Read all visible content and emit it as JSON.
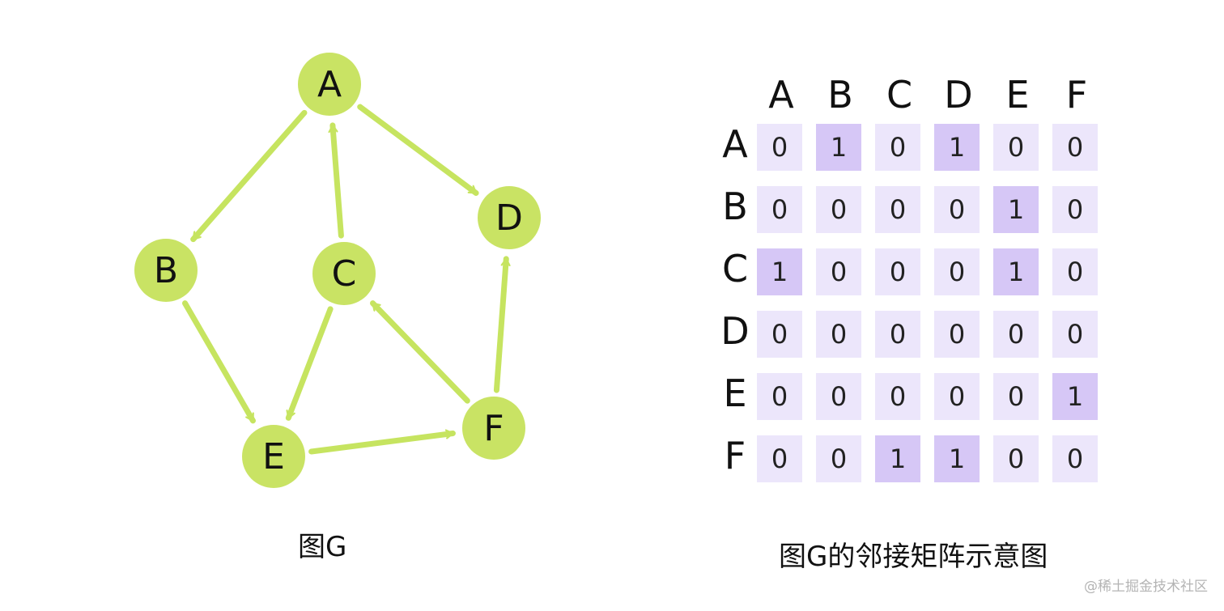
{
  "graph": {
    "caption": "图G",
    "node_color": "#c9e364",
    "edge_color": "#c6e460",
    "nodes": [
      {
        "id": "A",
        "label": "A"
      },
      {
        "id": "B",
        "label": "B"
      },
      {
        "id": "C",
        "label": "C"
      },
      {
        "id": "D",
        "label": "D"
      },
      {
        "id": "E",
        "label": "E"
      },
      {
        "id": "F",
        "label": "F"
      }
    ],
    "edges": [
      {
        "from": "A",
        "to": "B"
      },
      {
        "from": "A",
        "to": "D"
      },
      {
        "from": "B",
        "to": "E"
      },
      {
        "from": "C",
        "to": "A"
      },
      {
        "from": "C",
        "to": "E"
      },
      {
        "from": "E",
        "to": "F"
      },
      {
        "from": "F",
        "to": "C"
      },
      {
        "from": "F",
        "to": "D"
      }
    ]
  },
  "matrix": {
    "caption": "图G的邻接矩阵示意图",
    "cell_color": "#ece6fb",
    "one_color": "#d6c7f6",
    "columns": [
      "A",
      "B",
      "C",
      "D",
      "E",
      "F"
    ],
    "rows": [
      {
        "label": "A",
        "values": [
          "0",
          "1",
          "0",
          "1",
          "0",
          "0"
        ]
      },
      {
        "label": "B",
        "values": [
          "0",
          "0",
          "0",
          "0",
          "1",
          "0"
        ]
      },
      {
        "label": "C",
        "values": [
          "1",
          "0",
          "0",
          "0",
          "1",
          "0"
        ]
      },
      {
        "label": "D",
        "values": [
          "0",
          "0",
          "0",
          "0",
          "0",
          "0"
        ]
      },
      {
        "label": "E",
        "values": [
          "0",
          "0",
          "0",
          "0",
          "0",
          "1"
        ]
      },
      {
        "label": "F",
        "values": [
          "0",
          "0",
          "1",
          "1",
          "0",
          "0"
        ]
      }
    ]
  },
  "watermark": "@稀土掘金技术社区"
}
